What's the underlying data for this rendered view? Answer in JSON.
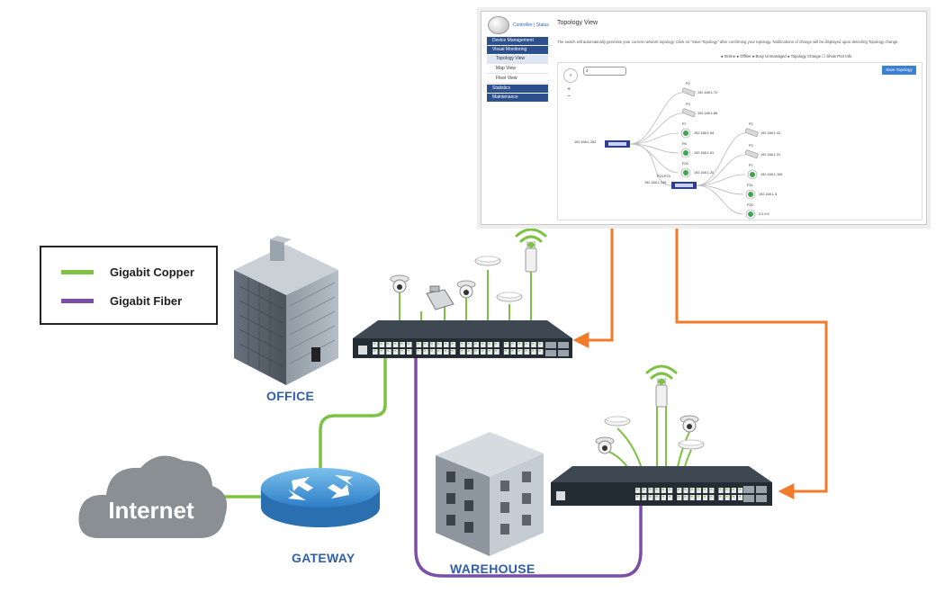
{
  "legend": {
    "items": [
      {
        "label": "Gigabit Copper",
        "color": "#7dc243"
      },
      {
        "label": "Gigabit Fiber",
        "color": "#7b4fa8"
      }
    ]
  },
  "labels": {
    "office": "OFFICE",
    "gateway": "GATEWAY",
    "warehouse": "WAREHOUSE",
    "internet": "Internet"
  },
  "colors": {
    "copper": "#7dc243",
    "fiber": "#7b4fa8",
    "link": "#f07b2a",
    "label": "#2f5fa8"
  },
  "topology_window": {
    "breadcrumb": "Controller | Status",
    "title": "Topology View",
    "description": "The switch will automatically generate your current network topology. Click on \"Save Topology\" after confirming your topology. Notifications of change will be displayed upon detecting Topology change.",
    "status_legend": "● Online  ● Offline  ● Busy    Unmanaged  ● Topology Change    ☐ Show Port Info",
    "save_button": "Save Topology",
    "search_icon": "magnifier-icon",
    "nav": [
      {
        "label": "Device Management",
        "type": "main"
      },
      {
        "label": "Visual Monitoring",
        "type": "main"
      },
      {
        "label": "Topology View",
        "type": "sub",
        "active": true
      },
      {
        "label": "Map View",
        "type": "sub"
      },
      {
        "label": "Floor View",
        "type": "sub"
      },
      {
        "label": "Statistics",
        "type": "main"
      },
      {
        "label": "Maintenance",
        "type": "main"
      }
    ],
    "root_switch_ip": "192.168.1.252",
    "second_switch_ip": "192.168.1.249",
    "second_switch_ports": "P24-P23",
    "left_devices": [
      {
        "port": "P2",
        "ip": "192.168.1.72"
      },
      {
        "port": "P3",
        "ip": "192.168.1.66"
      },
      {
        "port": "P7",
        "ip": "192.168.1.54"
      },
      {
        "port": "P8",
        "ip": "192.168.1.61"
      },
      {
        "port": "P20",
        "ip": "192.168.1.20"
      }
    ],
    "right_devices": [
      {
        "port": "P2",
        "ip": "192.168.1.41"
      },
      {
        "port": "P3",
        "ip": "192.168.1.31"
      },
      {
        "port": "P7",
        "ip": "192.168.1.106"
      },
      {
        "port": "P11",
        "ip": "192.168.1.5"
      },
      {
        "port": "P20",
        "ip": "2.0.0.5"
      }
    ]
  }
}
